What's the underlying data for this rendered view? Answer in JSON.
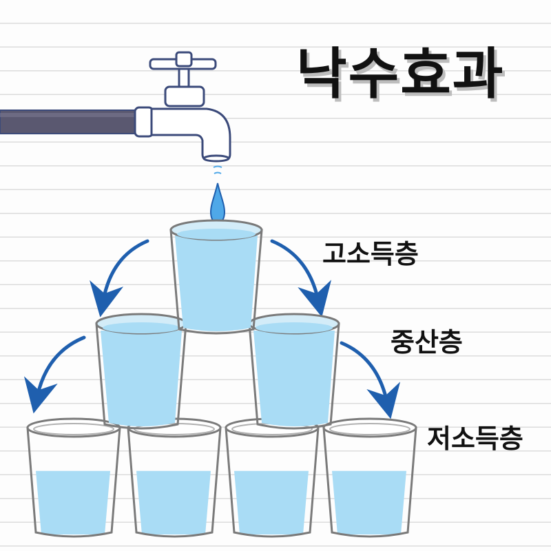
{
  "title": "낙수효과",
  "tiers": {
    "high": "고소득층",
    "middle": "중산층",
    "low": "저소득층"
  },
  "colors": {
    "water": "#a9dcf5",
    "water_drop": "#4fa8e8",
    "arrow": "#1f5fae",
    "outline": "#7a7a7a",
    "pipe": "#5a5870",
    "faucet_outline": "#3b4a7a"
  },
  "icons": {
    "faucet": "faucet-icon",
    "drop": "water-drop-icon",
    "cup": "cup-icon",
    "arrow": "curved-arrow-icon"
  }
}
